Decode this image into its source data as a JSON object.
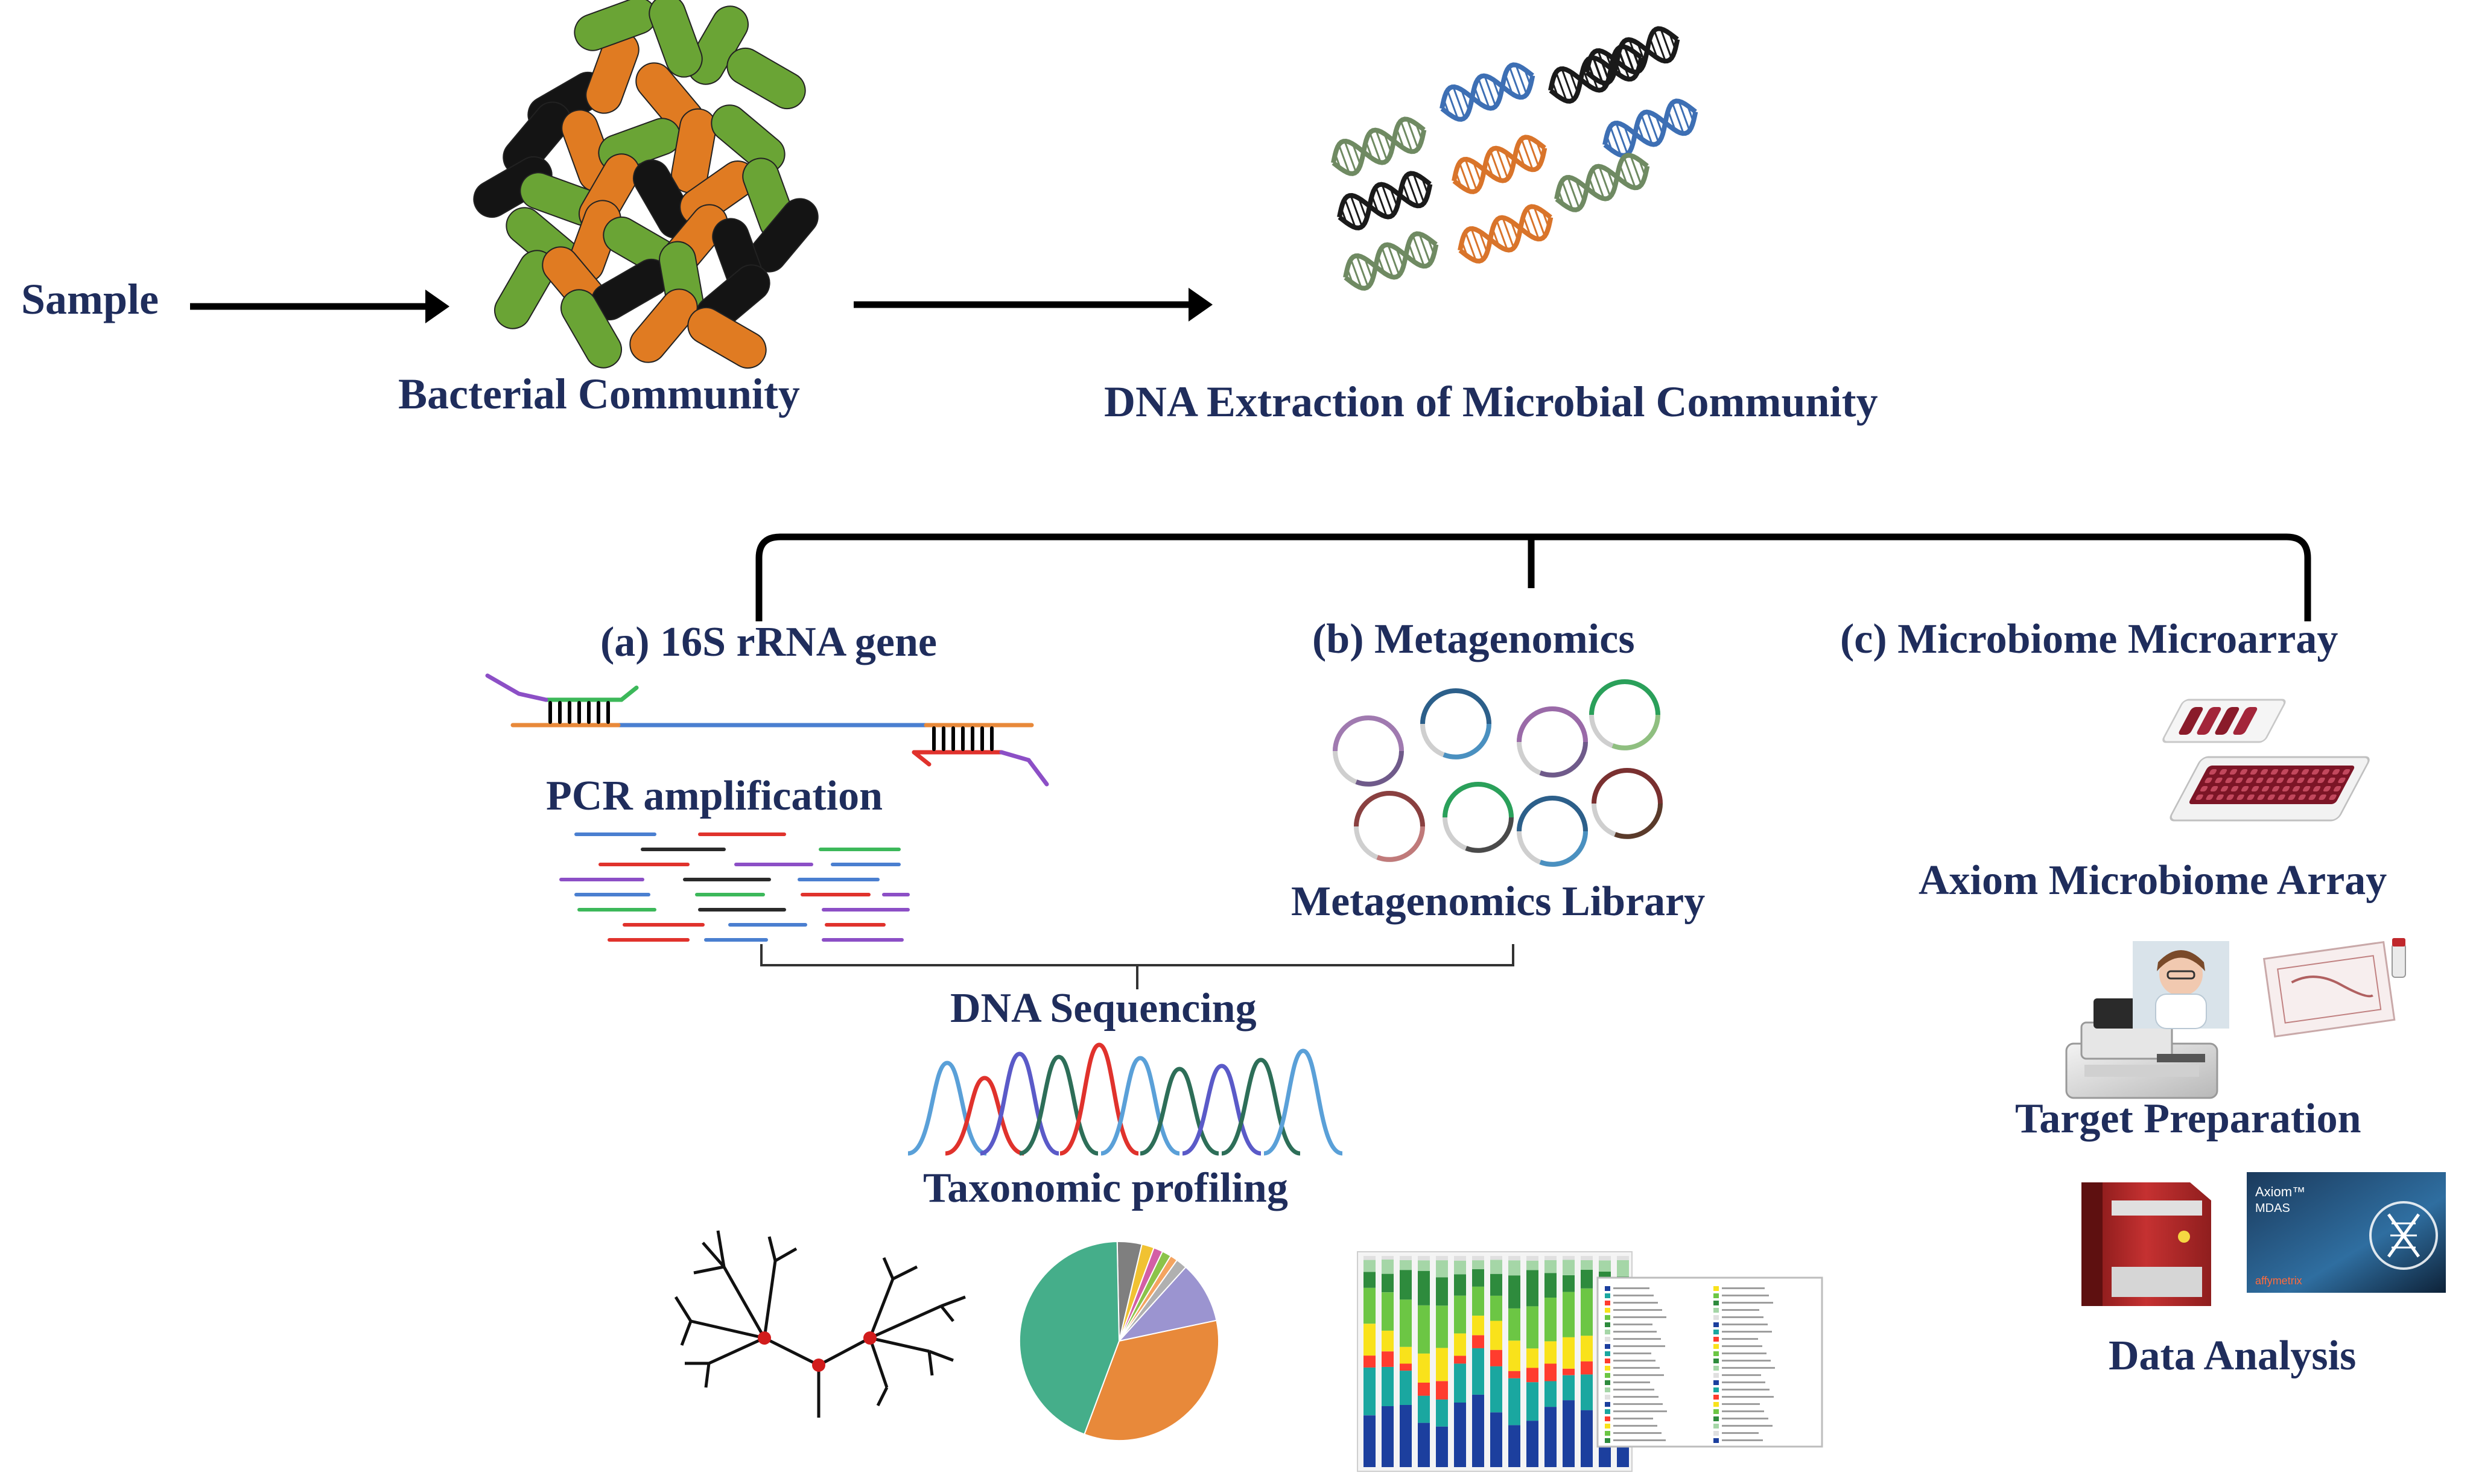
{
  "labels": {
    "sample": "Sample",
    "bacterial_community": "Bacterial Community",
    "dna_extraction": "DNA Extraction of Microbial Community",
    "branch_a": "(a) 16S rRNA gene",
    "branch_b": "(b) Metagenomics",
    "branch_c": "(c) Microbiome Microarray",
    "pcr": "PCR amplification",
    "metagenomics_library": "Metagenomics Library",
    "dna_sequencing": "DNA Sequencing",
    "taxonomic_profiling": "Taxonomic profiling",
    "axiom_array": "Axiom Microbiome Array",
    "target_preparation": "Target Preparation",
    "data_analysis": "Data Analysis"
  },
  "product_box": {
    "brand_line1": "Axiom™",
    "brand_line2": "MDAS",
    "vendor": "affymetrix"
  },
  "colors": {
    "label_text": "#1f2d5c",
    "bacteria_orange": "#e07b22",
    "bacteria_green": "#6aa435",
    "bacteria_black": "#141414",
    "dna_blue": "#3d6fb4",
    "dna_orange": "#d9742a",
    "dna_grey_green": "#6f8a62",
    "dna_black": "#1a1a1a",
    "read_colors": [
      "#4a7fd0",
      "#e0322c",
      "#2a2a2a",
      "#8c4fc6",
      "#3cb85a"
    ],
    "pie_colors": [
      "#45ae8a",
      "#e8893a",
      "#9b94d0",
      "#7f7f7f",
      "#f1c232",
      "#d35fa6",
      "#8bc34a",
      "#f4a460",
      "#b0b0b0"
    ],
    "stacked_colors": [
      "#1c3f9e",
      "#1aa7a0",
      "#ff3c2e",
      "#f9e21b",
      "#6cc644",
      "#2e8b3d",
      "#a5d6a7",
      "#e0e0e0"
    ]
  }
}
